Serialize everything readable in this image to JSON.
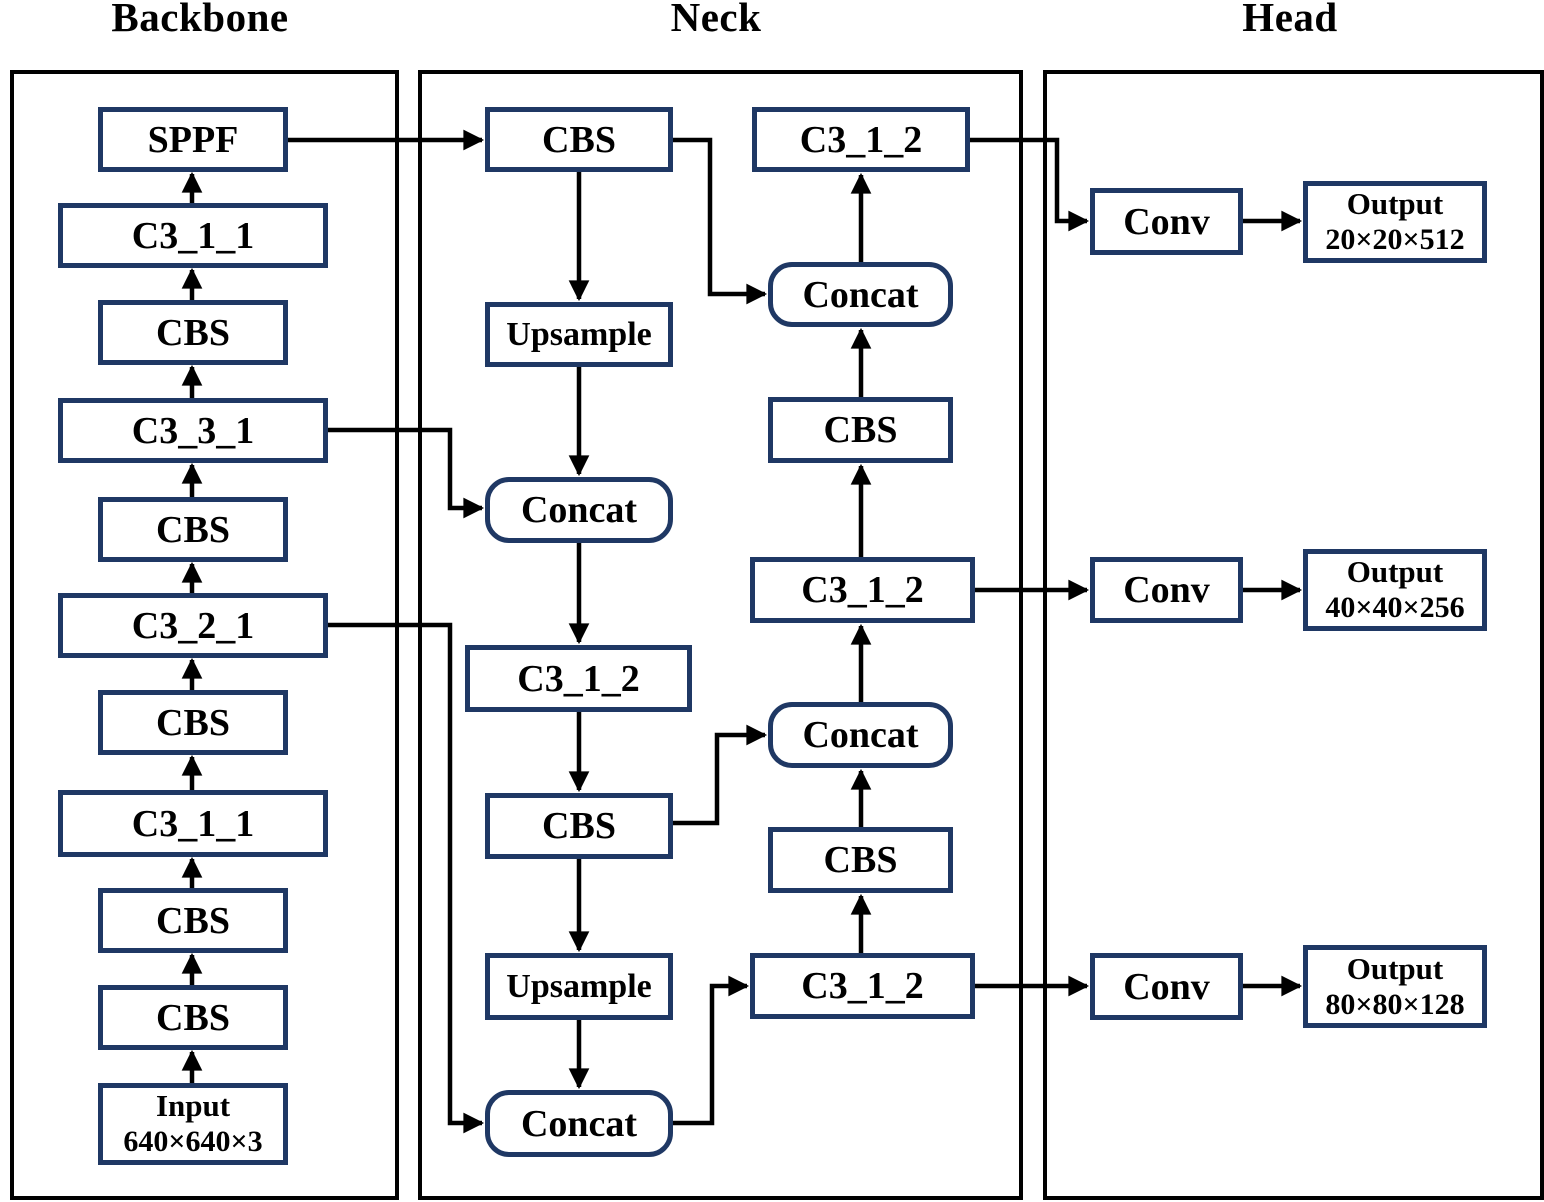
{
  "titles": {
    "backbone": "Backbone",
    "neck": "Neck",
    "head": "Head"
  },
  "nodes": {
    "bb_sppf": "SPPF",
    "bb_c311_top": "C3_1_1",
    "bb_cbs_1": "CBS",
    "bb_c331": "C3_3_1",
    "bb_cbs_2": "CBS",
    "bb_c321": "C3_2_1",
    "bb_cbs_3": "CBS",
    "bb_c311_bot": "C3_1_1",
    "bb_cbs_4": "CBS",
    "bb_cbs_5": "CBS",
    "bb_input_line1": "Input",
    "bb_input_line2": "640×640×3",
    "nk_cbs_top": "CBS",
    "nk_upsample_1": "Upsample",
    "nk_concat_l1": "Concat",
    "nk_c312_left": "C3_1_2",
    "nk_cbs_left": "CBS",
    "nk_upsample_2": "Upsample",
    "nk_concat_l2": "Concat",
    "nk_c312_r_top": "C3_1_2",
    "nk_concat_r1": "Concat",
    "nk_cbs_r1": "CBS",
    "nk_c312_r_mid": "C3_1_2",
    "nk_concat_r2": "Concat",
    "nk_cbs_r2": "CBS",
    "nk_c312_r_bot": "C3_1_2",
    "hd_conv_1": "Conv",
    "hd_out_1_line1": "Output",
    "hd_out_1_line2": "20×20×512",
    "hd_conv_2": "Conv",
    "hd_out_2_line1": "Output",
    "hd_out_2_line2": "40×40×256",
    "hd_conv_3": "Conv",
    "hd_out_3_line1": "Output",
    "hd_out_3_line2": "80×80×128"
  },
  "colors": {
    "box_border": "#1f3864",
    "connector": "#000000"
  }
}
